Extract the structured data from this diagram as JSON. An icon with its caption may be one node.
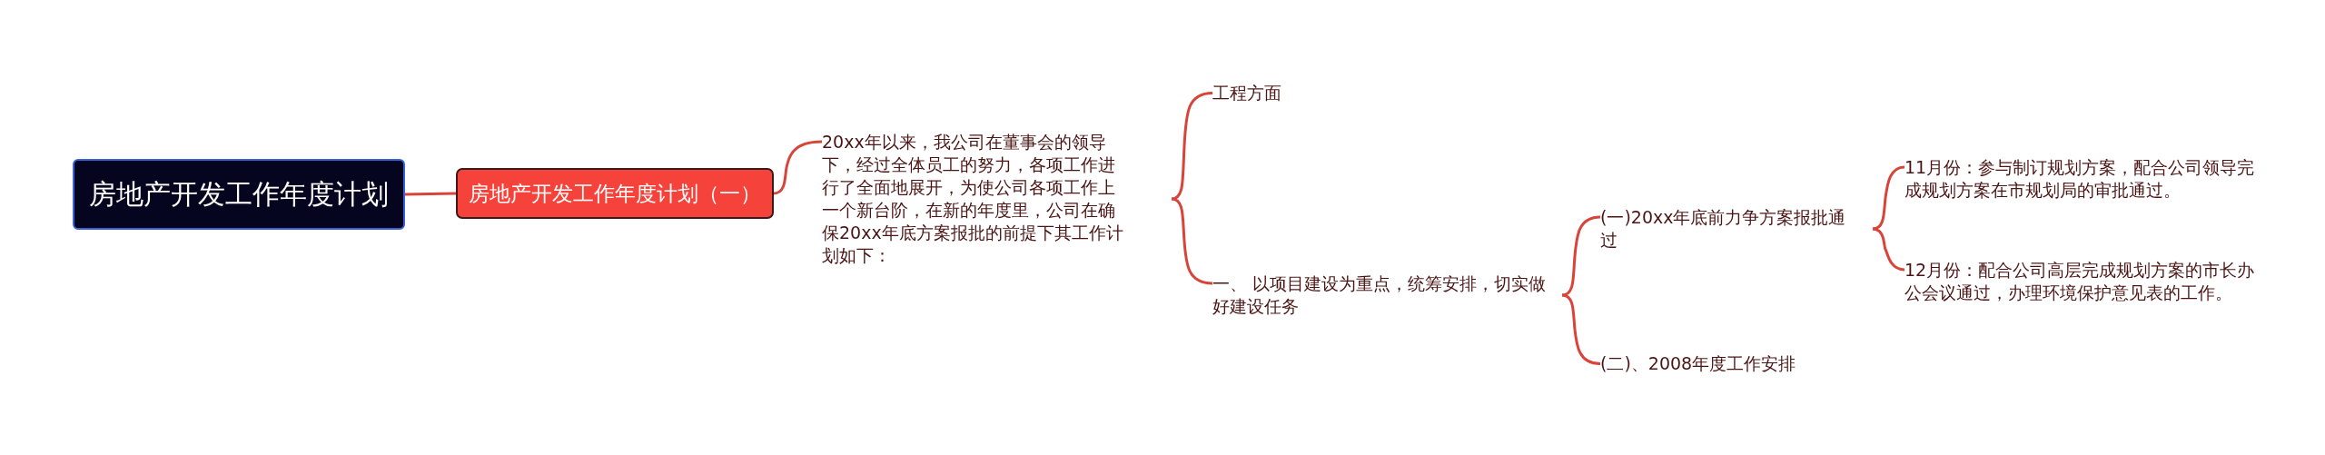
{
  "diagram": {
    "nodes": [
      {
        "text": [
          "房地产开发工作年度计划"
        ]
      },
      {
        "text": [
          "房地产开发工作年度计划（一）"
        ]
      },
      {
        "text": [
          "20xx年以来，我公司在董事会的领导下，经过全体员工的努力，各项工作进行了全面地展开，为使公司各项工作上一个新台阶，在新的年度里，公司在确保20xx年底方案报批的前提下其工作计划如下："
        ]
      },
      {
        "text": [
          "工程方面"
        ]
      },
      {
        "text": [
          "一、 以项目建设为重点，统筹安排，切实做好建设任务"
        ]
      },
      {
        "text": [
          "(一)20xx年底前力争方案报批通过"
        ]
      },
      {
        "text": [
          "(二)、2008年度工作安排"
        ]
      },
      {
        "text": [
          "11月份：参与制订规划方案，配合公司领导完成规划方案在市规划局的审批通过。"
        ]
      },
      {
        "text": [
          "12月份：配合公司高层完成规划方案的市长办公会议通过，办理环境保护意见表的工作。"
        ]
      }
    ],
    "edges": [
      {
        "from": 0,
        "to": 1,
        "arrow": "none"
      },
      {
        "from": 1,
        "to": 2,
        "arrow": "none"
      },
      {
        "from": 2,
        "to": 3,
        "arrow": "none"
      },
      {
        "from": 2,
        "to": 4,
        "arrow": "none"
      },
      {
        "from": 4,
        "to": 5,
        "arrow": "none"
      },
      {
        "from": 4,
        "to": 6,
        "arrow": "none"
      },
      {
        "from": 5,
        "to": 7,
        "arrow": "none"
      },
      {
        "from": 5,
        "to": 8,
        "arrow": "none"
      }
    ]
  }
}
